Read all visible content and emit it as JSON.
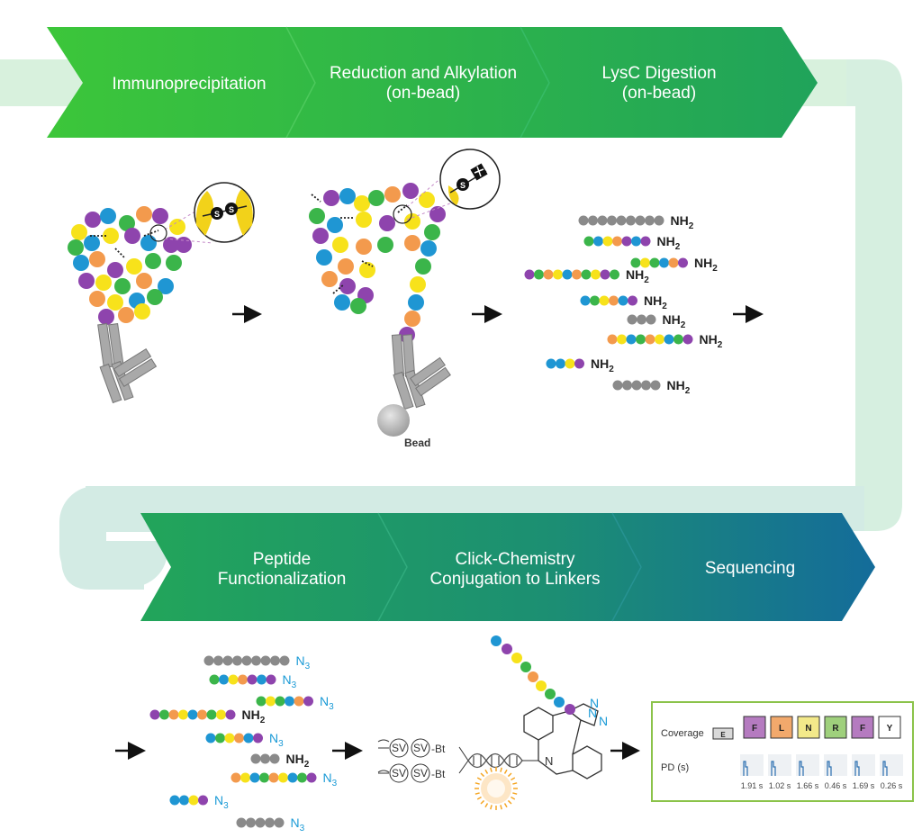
{
  "steps": {
    "s1": "Immunoprecipitation",
    "s2_l1": "Reduction and Alkylation",
    "s2_l2": "(on-bead)",
    "s3_l1": "LysC Digestion",
    "s3_l2": "(on-bead)",
    "s4_l1": "Peptide",
    "s4_l2": "Functionalization",
    "s5_l1": "Click-Chemistry",
    "s5_l2": "Conjugation to Linkers",
    "s6": "Sequencing"
  },
  "labels": {
    "bead": "Bead",
    "nh": "NH",
    "sub2": "2",
    "n": "N",
    "sub3": "3",
    "disulfide_s": "S",
    "sv": "SV",
    "bt": "-Bt",
    "n_atom": "N"
  },
  "result_panel": {
    "coverage_label": "Coverage",
    "pd_label": "PD (s)",
    "coverage_boxes": [
      {
        "letter": "E",
        "color": "#d9d9d9"
      },
      {
        "letter": "F",
        "color": "#b57bc0"
      },
      {
        "letter": "L",
        "color": "#f2a96c"
      },
      {
        "letter": "N",
        "color": "#f3e98a"
      },
      {
        "letter": "R",
        "color": "#9fd07c"
      },
      {
        "letter": "F",
        "color": "#b57bc0"
      },
      {
        "letter": "Y",
        "color": "#ffffff"
      }
    ],
    "pd_values": [
      "1.91 s",
      "1.02 s",
      "1.66 s",
      "0.46 s",
      "1.69 s",
      "0.26 s"
    ]
  },
  "colors": {
    "blue": "#1f96d3",
    "green": "#3bb54a",
    "yellow": "#f7e21b",
    "purple": "#8e44ad",
    "orange": "#f39a4d",
    "gray": "#8a8a8a",
    "n3": "#1a9ad6"
  }
}
